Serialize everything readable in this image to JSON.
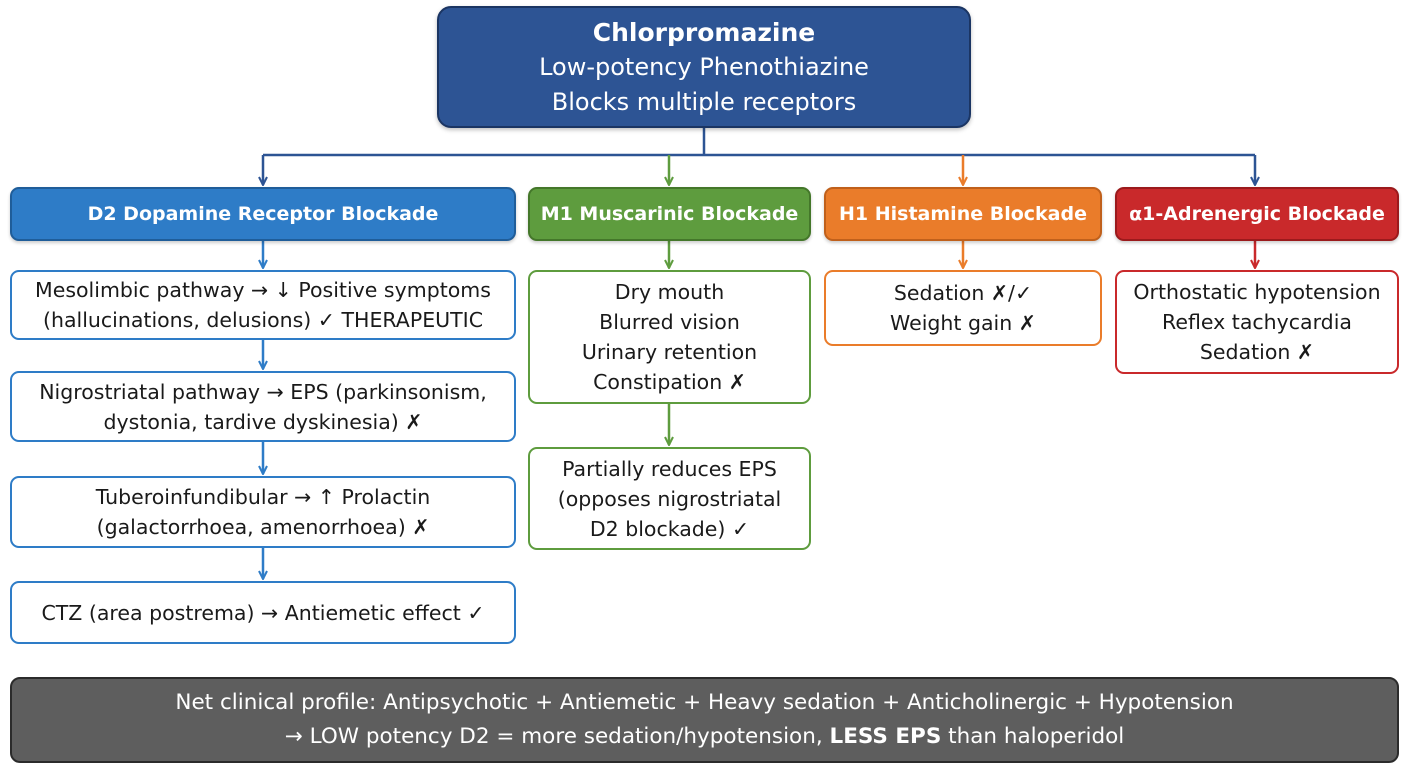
{
  "root": {
    "title": "Chlorpromazine",
    "line2": "Low-potency Phenothiazine",
    "line3": "Blocks multiple receptors"
  },
  "branches": {
    "d2": {
      "header": "D2 Dopamine Receptor Blockade",
      "color": "#2e7cc7",
      "effects": [
        [
          "Mesolimbic pathway → ↓ Positive symptoms",
          "(hallucinations, delusions) ✓ THERAPEUTIC"
        ],
        [
          "Nigrostriatal pathway → EPS (parkinsonism,",
          "dystonia, tardive dyskinesia) ✗"
        ],
        [
          "Tuberoinfundibular → ↑ Prolactin",
          "(galactorrhoea, amenorrhoea) ✗"
        ],
        [
          "CTZ (area postrema) → Antiemetic effect ✓"
        ]
      ]
    },
    "m1": {
      "header": "M1 Muscarinic Blockade",
      "color": "#5e9c3e",
      "effects": [
        [
          "Dry mouth",
          "Blurred vision",
          "Urinary retention",
          "Constipation ✗"
        ],
        [
          "Partially reduces EPS",
          "(opposes nigrostriatal",
          "D2 blockade) ✓"
        ]
      ]
    },
    "h1": {
      "header": "H1 Histamine Blockade",
      "color": "#ea7c2a",
      "effects": [
        [
          "Sedation ✗/✓",
          "Weight gain ✗"
        ]
      ]
    },
    "a1": {
      "header": "α1-Adrenergic Blockade",
      "color": "#c9292b",
      "effects": [
        [
          "Orthostatic hypotension",
          "Reflex tachycardia",
          "Sedation ✗"
        ]
      ]
    }
  },
  "summary": {
    "line1": "Net clinical profile: Antipsychotic + Antiemetic + Heavy sedation + Anticholinergic + Hypotension",
    "line2_pre": "→ LOW potency D2 = more sedation/hypotension, ",
    "line2_bold": "LESS EPS",
    "line2_post": " than haloperidol"
  }
}
